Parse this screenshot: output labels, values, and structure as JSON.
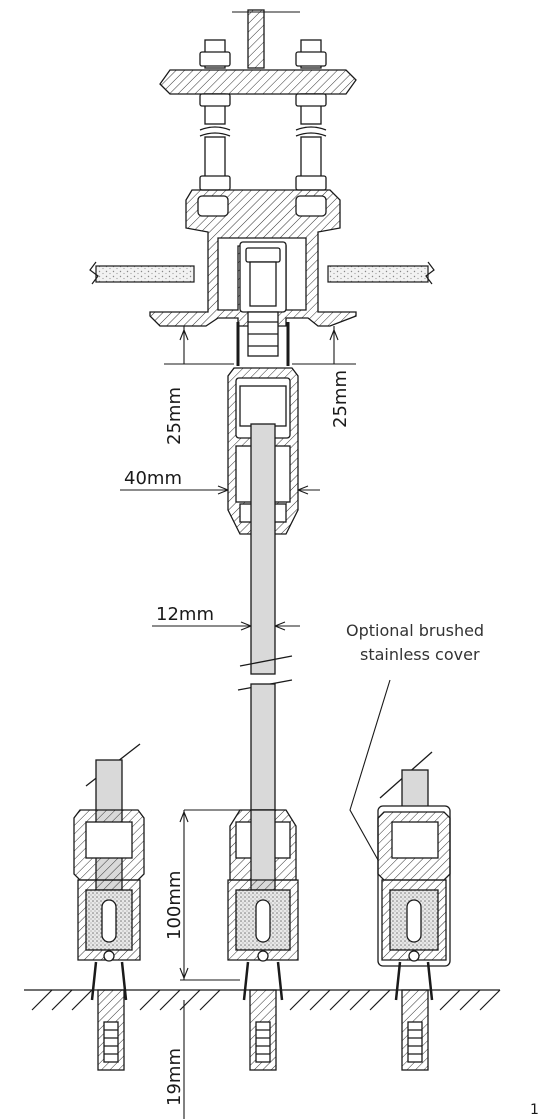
{
  "dimensions": {
    "top_gap_left": "25mm",
    "top_gap_right": "25mm",
    "profile_width": "40mm",
    "glass_thickness": "12mm",
    "profile_height": "100mm",
    "floor_clearance": "19mm"
  },
  "note": {
    "line1": "Optional brushed",
    "line2": "stainless cover"
  },
  "page_number": "1",
  "colors": {
    "stroke": "#1a1a1a",
    "glass": "#d9d9d9",
    "fill_dot": "#bdbdbd",
    "background": "#ffffff"
  }
}
